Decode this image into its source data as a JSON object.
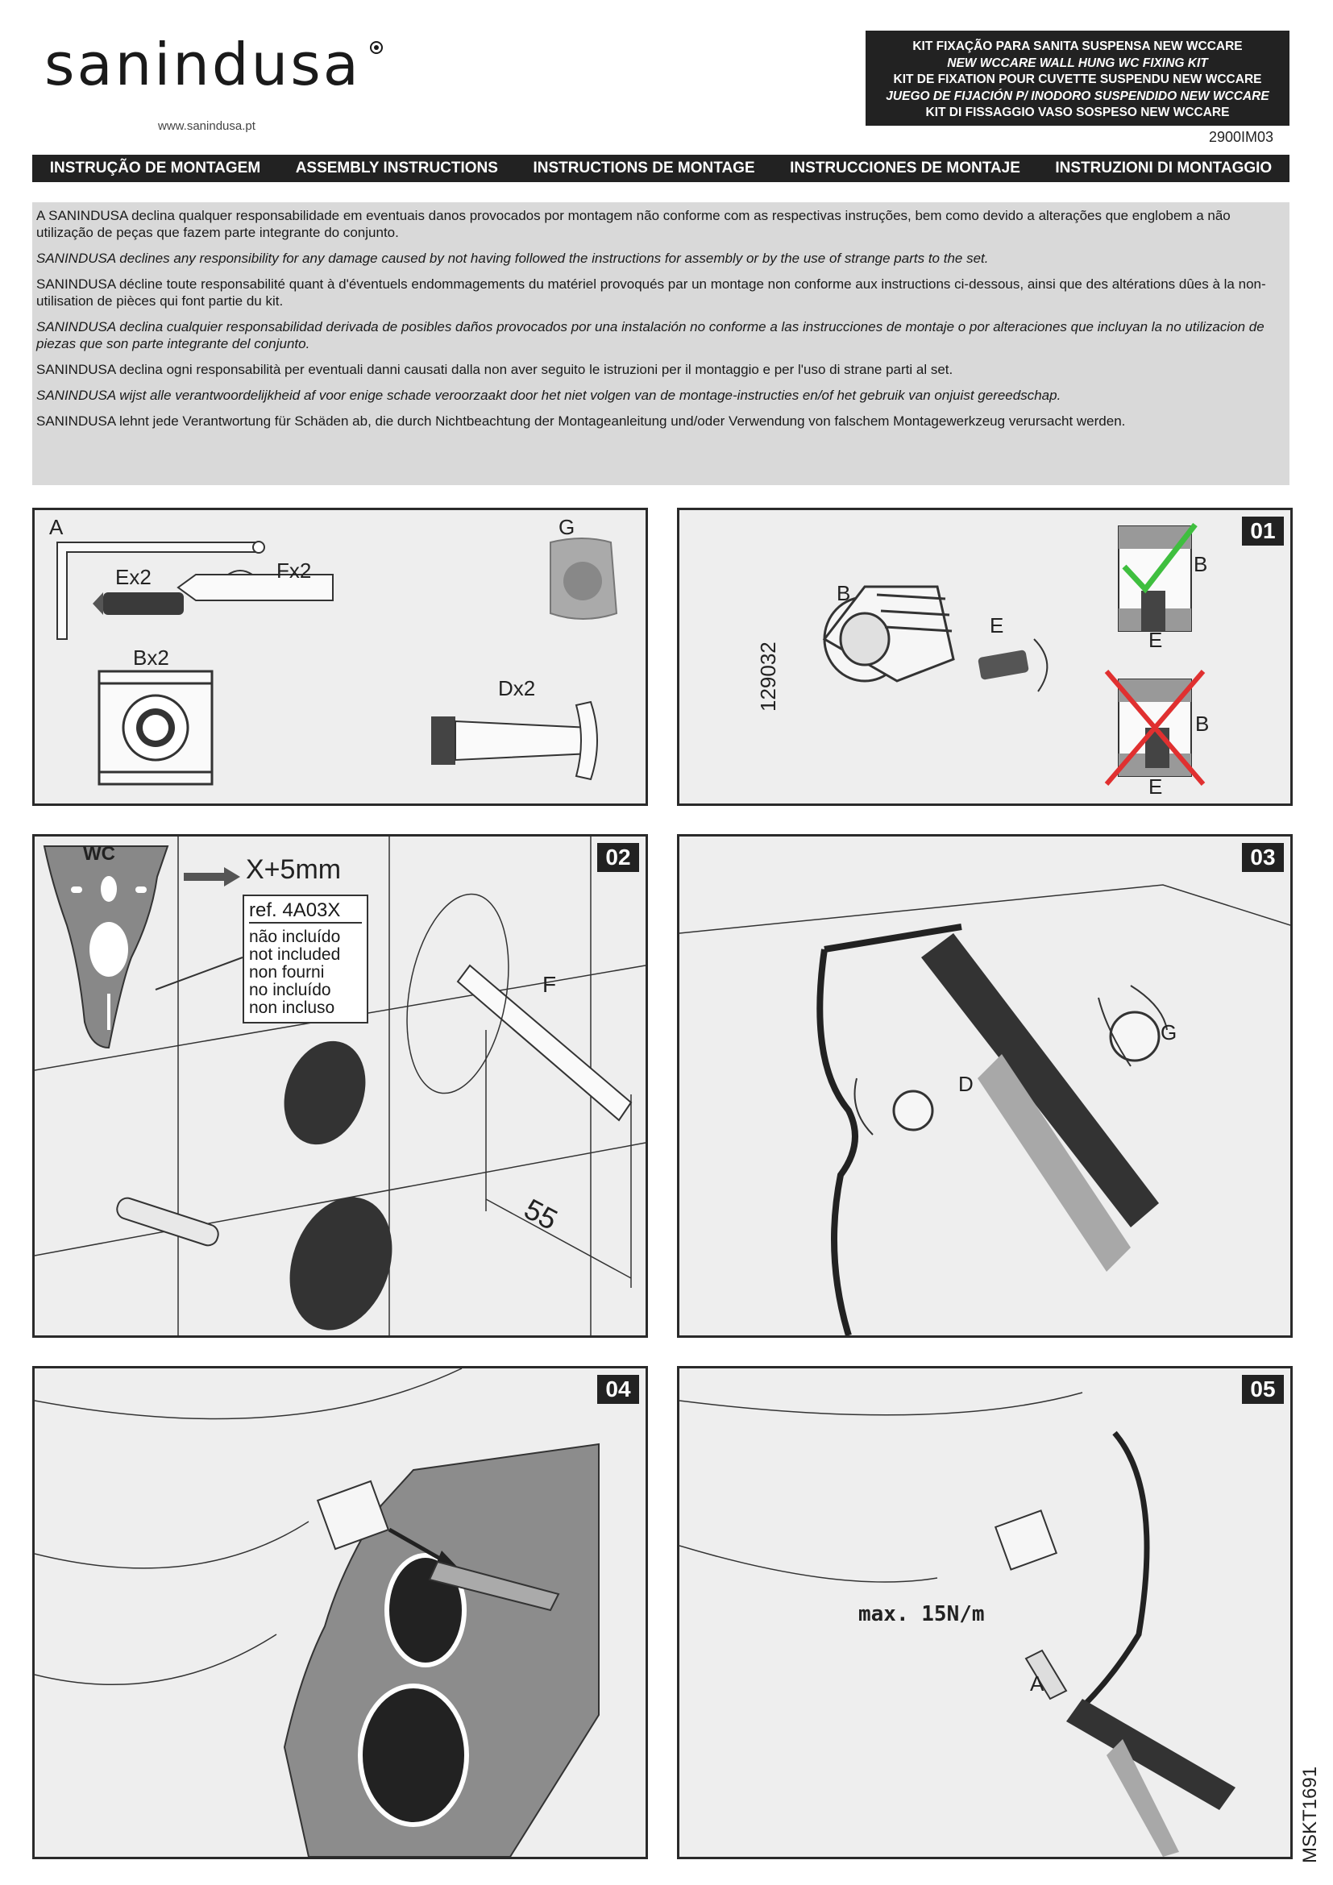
{
  "header": {
    "brand": "sanindusa",
    "website": "www.sanindusa.pt",
    "titles": [
      "KIT FIXAÇÃO PARA SANITA SUSPENSA NEW WCCARE",
      "NEW WCCARE WALL HUNG WC FIXING KIT",
      "KIT DE FIXATION POUR CUVETTE SUSPENDU NEW WCCARE",
      "JUEGO DE FIJACIÓN P/ INODORO SUSPENDIDO NEW WCCARE",
      "KIT DI FISSAGGIO VASO SOSPESO NEW WCCARE"
    ],
    "doc_code": "2900IM03"
  },
  "instructions_bar": [
    "INSTRUÇÃO DE MONTAGEM",
    "ASSEMBLY INSTRUCTIONS",
    "INSTRUCTIONS DE MONTAGE",
    "INSTRUCCIONES DE MONTAJE",
    "INSTRUZIONI DI MONTAGGIO"
  ],
  "disclaimers": [
    "A SANINDUSA declina qualquer responsabilidade em eventuais danos provocados por montagem não conforme com as respectivas instruções, bem como devido a alterações que englobem a não utilização de peças que fazem parte integrante do conjunto.",
    "SANINDUSA declines any responsibility for any damage caused by not having followed the instructions for assembly or  by the use of strange parts to the set.",
    "SANINDUSA décline toute responsabilité quant à d'éventuels endommagements du matériel provoqués par un montage non conforme aux instructions ci-dessous, ainsi que des altérations dûes à la non-utilisation de pièces qui font partie du kit.",
    "SANINDUSA declina cualquier responsabilidad derivada de posibles daños provocados por una instalación no conforme a las instrucciones de montaje o por alteraciones que incluyan la no utilizacion de piezas que son parte integrante del conjunto.",
    "SANINDUSA declina ogni responsabilità per eventuali danni causati dalla non aver seguito le istruzioni per il montaggio e per l'uso di strane parti al set.",
    "SANINDUSA wijst alle verantwoordelijkheid af voor enige schade veroorzaakt door het niet volgen van de montage-instructies en/of het gebruik van onjuist gereedschap.",
    "SANINDUSA lehnt jede Verantwortung für Schäden ab, die durch Nichtbeachtung der Montageanleitung und/oder Verwendung von falschem Montagewerkzeug verursacht werden."
  ],
  "parts": {
    "a": "A",
    "e": "Ex2",
    "f": "Fx2",
    "g": "G",
    "b": "Bx2",
    "d": "Dx2"
  },
  "steps": {
    "s01": {
      "number": "01",
      "part_code": "129032",
      "label_b": "B",
      "label_e": "E",
      "ok_b": "B",
      "ok_e": "E",
      "bad_b": "B",
      "bad_e": "E"
    },
    "s02": {
      "number": "02",
      "plate_label": "WC",
      "offset": "X+5mm",
      "ref": "ref. 4A03X",
      "not_included": [
        "não incluído",
        "not included",
        "non fourni",
        "no incluído",
        "non incluso"
      ],
      "label_f": "F",
      "dimension": "55"
    },
    "s03": {
      "number": "03",
      "label_d": "D",
      "label_g": "G"
    },
    "s04": {
      "number": "04"
    },
    "s05": {
      "number": "05",
      "torque": "max. 15N/m",
      "label_a": "A"
    }
  },
  "footer_code": "MSKT1691",
  "colors": {
    "dark": "#222222",
    "panel_bg": "#eeeeee",
    "disclaimer_bg": "#d9d9d9",
    "check": "#3fbf3f",
    "cross": "#e03030"
  }
}
